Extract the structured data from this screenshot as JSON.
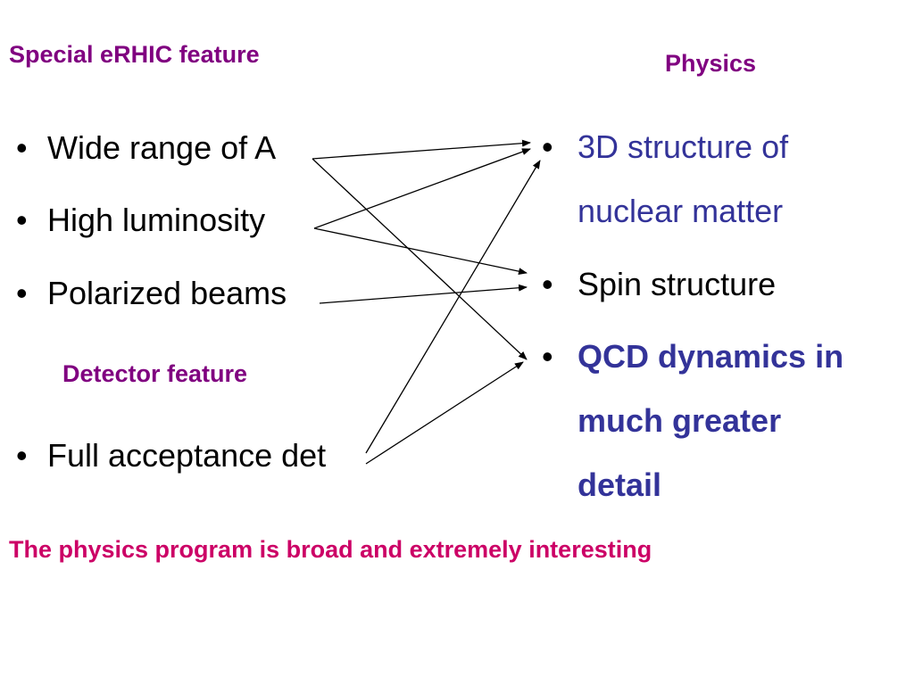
{
  "headings": {
    "special_feature": "Special eRHIC feature",
    "physics": "Physics",
    "detector_feature": "Detector feature",
    "conclusion": "The physics program is broad and extremely interesting"
  },
  "bullet_char": "•",
  "left_items": [
    "Wide range of A",
    "High luminosity",
    "Polarized beams"
  ],
  "detector_items": [
    "Full acceptance det"
  ],
  "right_items": {
    "structure_3d_line1": "3D structure of",
    "structure_3d_line2": "nuclear matter",
    "spin": "Spin structure",
    "qcd_line1": "QCD dynamics in",
    "qcd_line2": "much greater",
    "qcd_line3": "detail"
  },
  "colors": {
    "purple_heading": "#800080",
    "magenta_conclusion": "#CC0066",
    "blue_text": "#333399",
    "black": "#000000"
  },
  "arrows": [
    {
      "from": "Wide range of A",
      "to": "3D structure of nuclear matter"
    },
    {
      "from": "Wide range of A",
      "to": "QCD dynamics in much greater detail"
    },
    {
      "from": "High luminosity",
      "to": "3D structure of nuclear matter"
    },
    {
      "from": "High luminosity",
      "to": "Spin structure"
    },
    {
      "from": "Polarized beams",
      "to": "Spin structure"
    },
    {
      "from": "Full acceptance det",
      "to": "3D structure of nuclear matter"
    },
    {
      "from": "Full acceptance det",
      "to": "QCD dynamics in much greater detail"
    }
  ]
}
